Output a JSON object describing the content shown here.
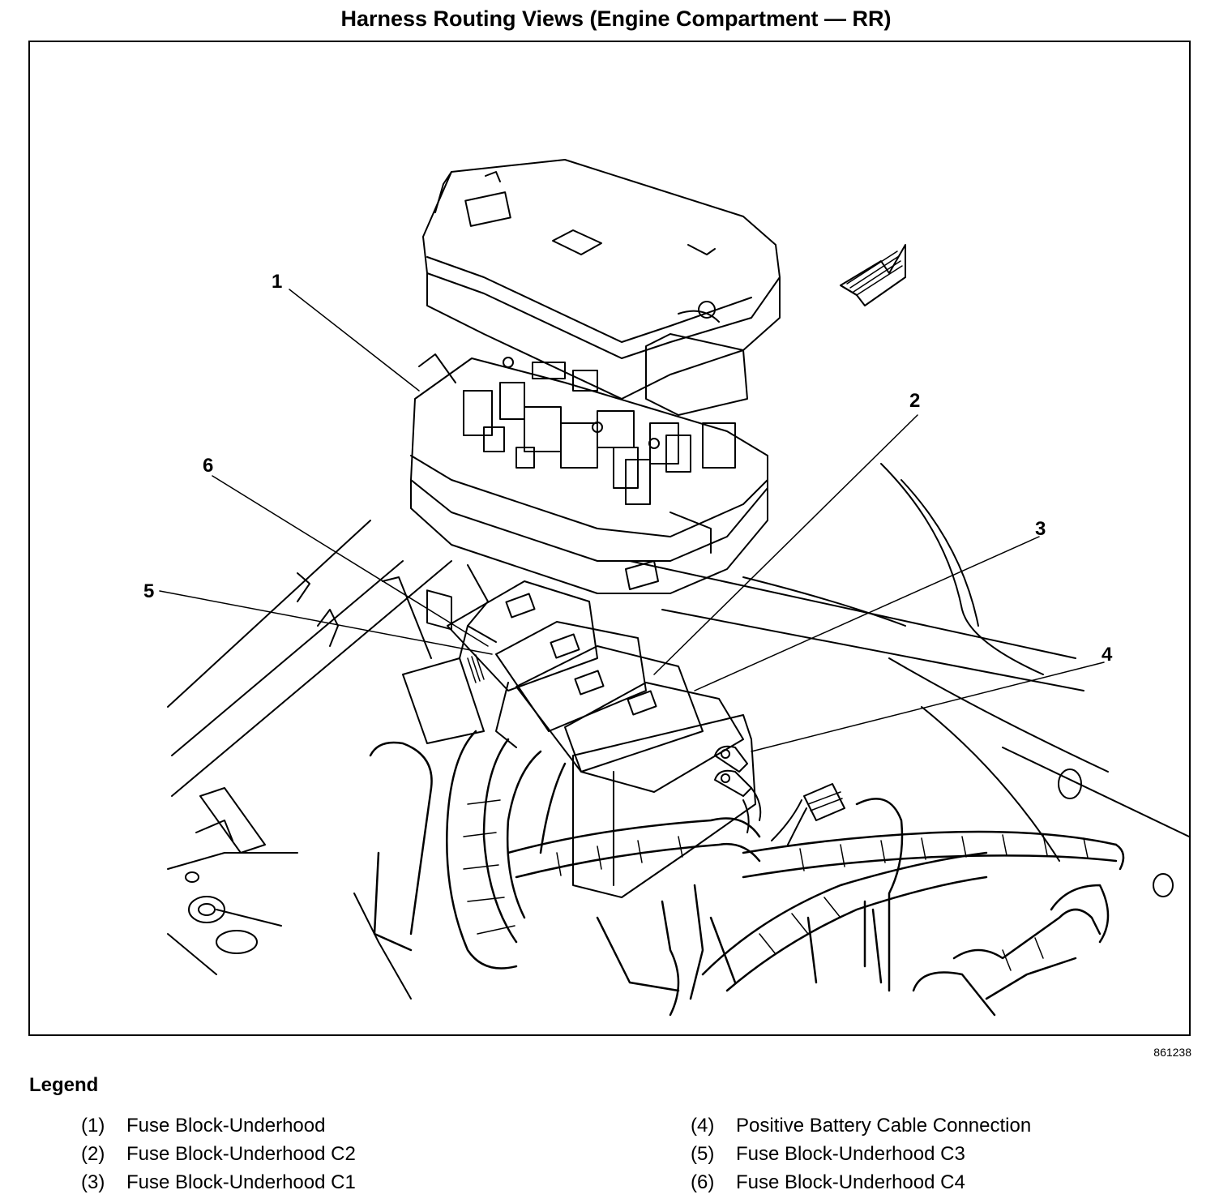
{
  "title": "Harness Routing Views (Engine Compartment — RR)",
  "figure_id": "861238",
  "callouts": [
    "1",
    "2",
    "3",
    "4",
    "5",
    "6"
  ],
  "legend": {
    "heading": "Legend",
    "left": [
      {
        "num": "(1)",
        "label": "Fuse Block-Underhood"
      },
      {
        "num": "(2)",
        "label": "Fuse Block-Underhood C2"
      },
      {
        "num": "(3)",
        "label": "Fuse Block-Underhood C1"
      }
    ],
    "right": [
      {
        "num": "(4)",
        "label": "Positive Battery Cable Connection"
      },
      {
        "num": "(5)",
        "label": "Fuse Block-Underhood C3"
      },
      {
        "num": "(6)",
        "label": "Fuse Block-Underhood C4"
      }
    ]
  }
}
